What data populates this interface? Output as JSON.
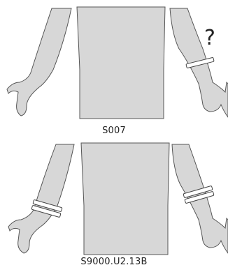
{
  "figures": [
    {
      "id": "top",
      "caption": "S007",
      "annotation": "?",
      "bracelets_left_wrist": 0,
      "bracelets_right_wrist": 1
    },
    {
      "id": "bottom",
      "caption": "S9000.U2.13B",
      "bracelets_left_wrist": 2,
      "bracelets_right_wrist": 2
    }
  ],
  "colors": {
    "body_fill": "#d7d7d7",
    "body_stroke": "#555555",
    "bracelet_fill": "#ffffff",
    "bracelet_stroke": "#444444"
  }
}
